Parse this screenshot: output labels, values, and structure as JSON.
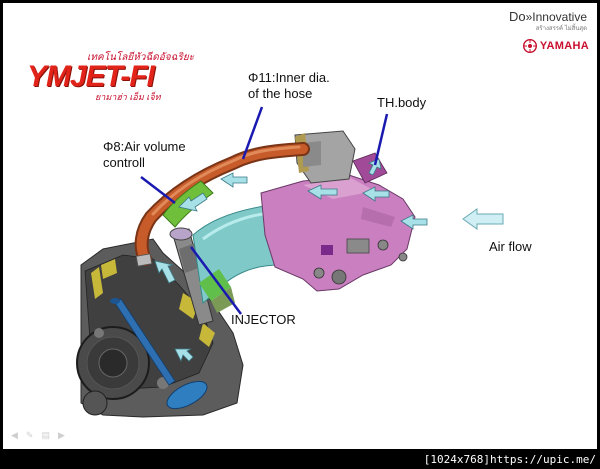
{
  "brand": {
    "do_prefix": "Do",
    "do_word": "»Innovative",
    "do_sub": "สร้างสรรค์ ไม่สิ้นสุด",
    "yamaha": "YAMAHA"
  },
  "logo": {
    "thai_top": "เทคโนโลยีหัวฉีดอัจฉริยะ",
    "main": "YMJET-FI",
    "thai_bottom": "ยามาฮ่า เอ็ม เจ็ท"
  },
  "labels": {
    "phi11": [
      "Φ11:Inner dia.",
      "of the hose"
    ],
    "thbody": "TH.body",
    "phi8": [
      "Φ8:Air volume",
      "controll"
    ],
    "airflow": "Air flow",
    "injector": "INJECTOR"
  },
  "footer": {
    "resolution": "[1024x768]",
    "url": "https://upic.me/"
  },
  "colors": {
    "hose": "#c75b2a",
    "throttle_body": "#c97fc0",
    "intake": "#7fc9c9",
    "arrow": "#a8e0e8",
    "leader": "#1a1ab0",
    "brand_red": "#c8102e"
  }
}
